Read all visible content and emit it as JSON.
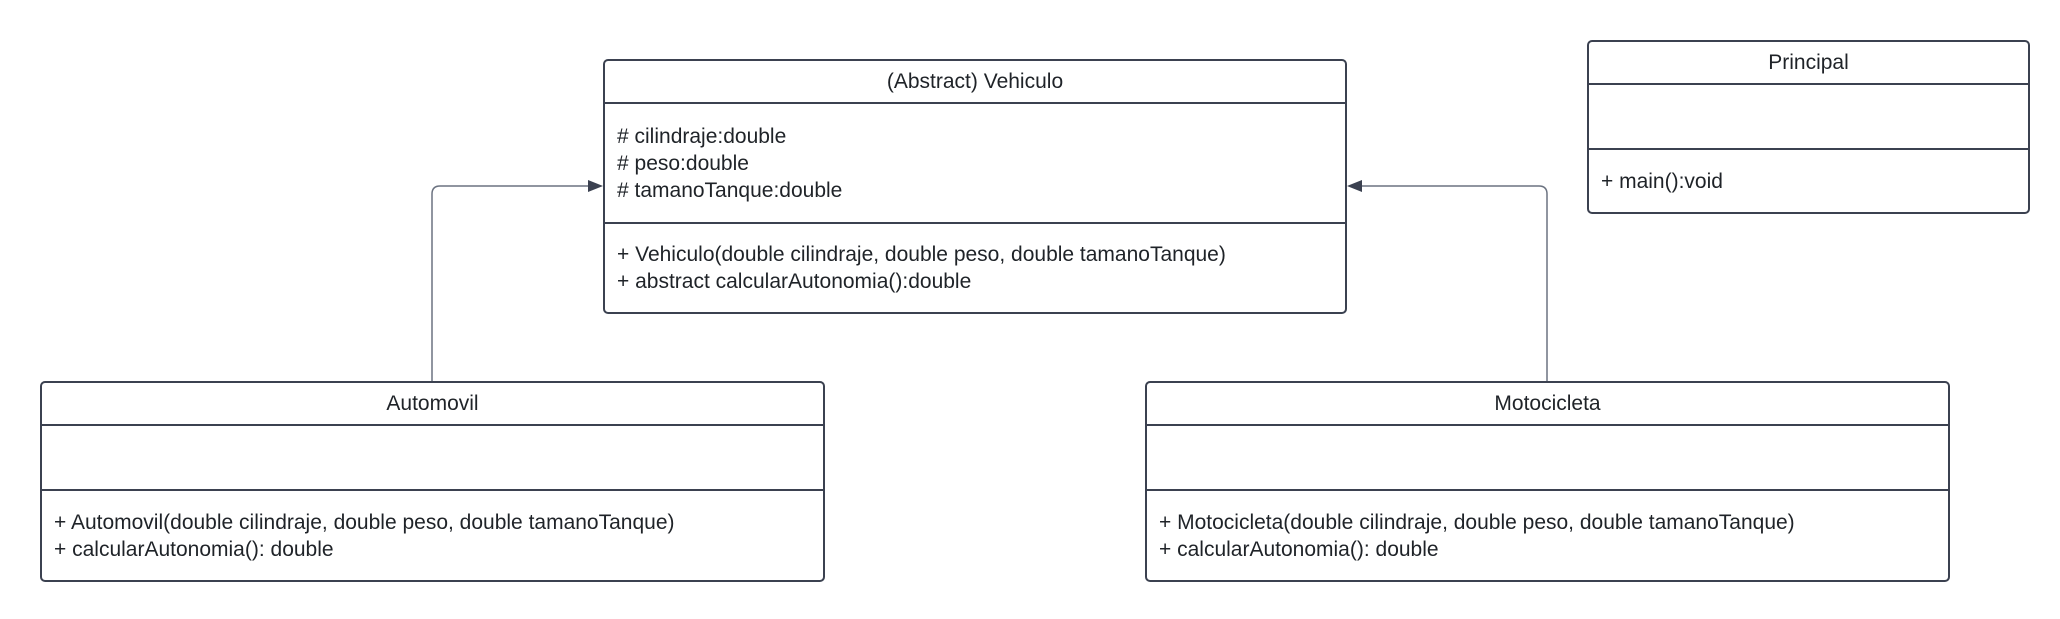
{
  "diagram": {
    "classes": {
      "vehiculo": {
        "name": "(Abstract) Vehiculo",
        "attributes": [
          "# cilindraje:double",
          "# peso:double",
          "# tamanoTanque:double"
        ],
        "operations": [
          "+ Vehiculo(double cilindraje, double peso, double tamanoTanque)",
          "+ abstract calcularAutonomia():double"
        ]
      },
      "principal": {
        "name": "Principal",
        "attributes": [],
        "operations": [
          "+ main():void"
        ]
      },
      "automovil": {
        "name": "Automovil",
        "attributes": [],
        "operations": [
          "+ Automovil(double cilindraje, double peso, double tamanoTanque)",
          "+ calcularAutonomia(): double"
        ]
      },
      "motocicleta": {
        "name": "Motocicleta",
        "attributes": [],
        "operations": [
          "+ Motocicleta(double cilindraje, double peso, double tamanoTanque)",
          "+ calcularAutonomia(): double"
        ]
      }
    },
    "relations": [
      {
        "from": "Automovil",
        "to": "(Abstract) Vehiculo",
        "type": "inheritance"
      },
      {
        "from": "Motocicleta",
        "to": "(Abstract) Vehiculo",
        "type": "inheritance"
      }
    ],
    "colors": {
      "border": "#3b4150",
      "line": "#6b7280",
      "arrow": "#3b4150",
      "background": "#ffffff"
    }
  }
}
